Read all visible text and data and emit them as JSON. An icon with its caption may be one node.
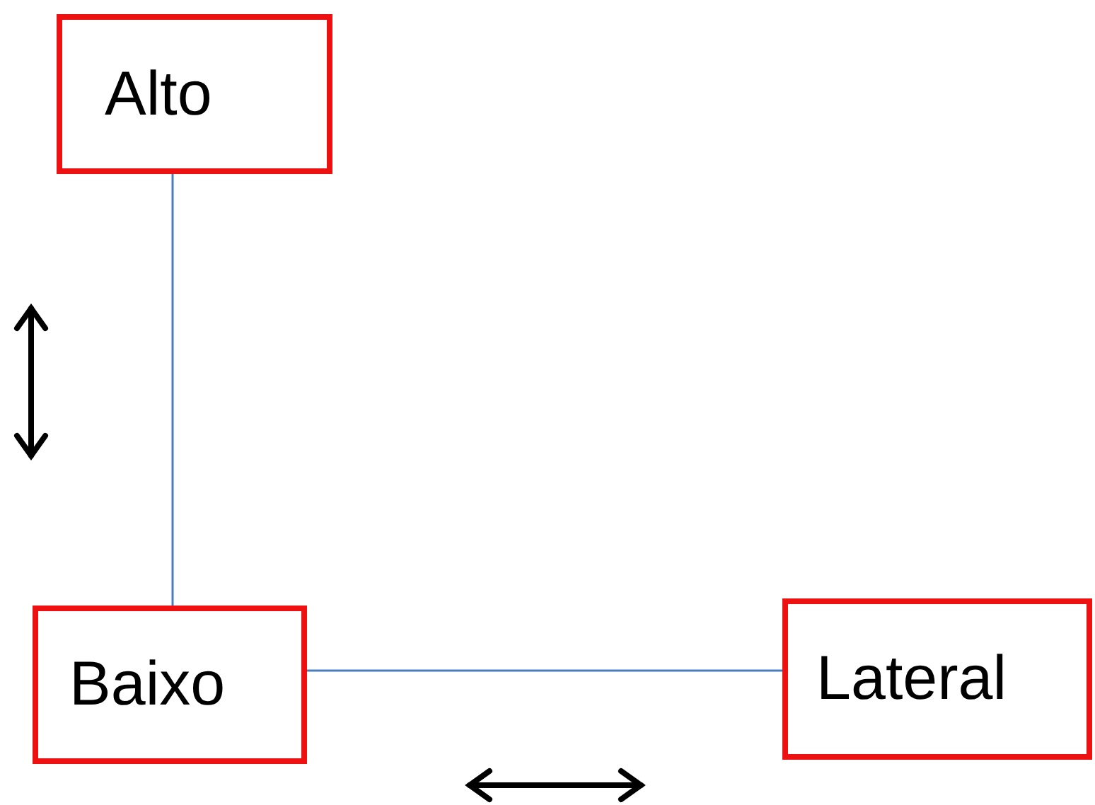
{
  "diagram": {
    "nodes": [
      {
        "text": [
          "Alto"
        ]
      },
      {
        "text": [
          "Baixo"
        ]
      },
      {
        "text": [
          "Lateral"
        ]
      }
    ],
    "edges": [
      {
        "from": 0,
        "to": 1,
        "arrow": "none"
      },
      {
        "from": 1,
        "to": 2,
        "arrow": "none"
      }
    ]
  }
}
